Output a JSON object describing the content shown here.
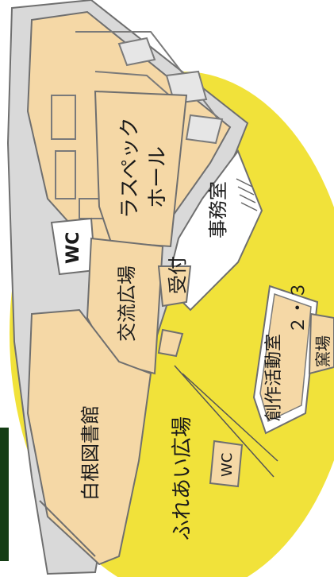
{
  "map": {
    "labels": {
      "library": "白根図書館",
      "hall_line1": "ラスペック",
      "hall_line2": "ホール",
      "office": "事務室",
      "reception": "受付",
      "exchange_plaza": "交流広場",
      "fureai_plaza": "ふれあい広場",
      "wc_main": "WC",
      "wc_plaza": "WC",
      "studio_line1": "創作活動室",
      "studio_line2": "２・３",
      "kiln": "窯場"
    },
    "colors": {
      "plaza_yellow": "#f1e23a",
      "building_tan": "#f5d8a6",
      "wall_gray": "#d9d9d9",
      "wall_stroke": "#6f6f6f",
      "sidebar_green": "#143d14"
    }
  }
}
